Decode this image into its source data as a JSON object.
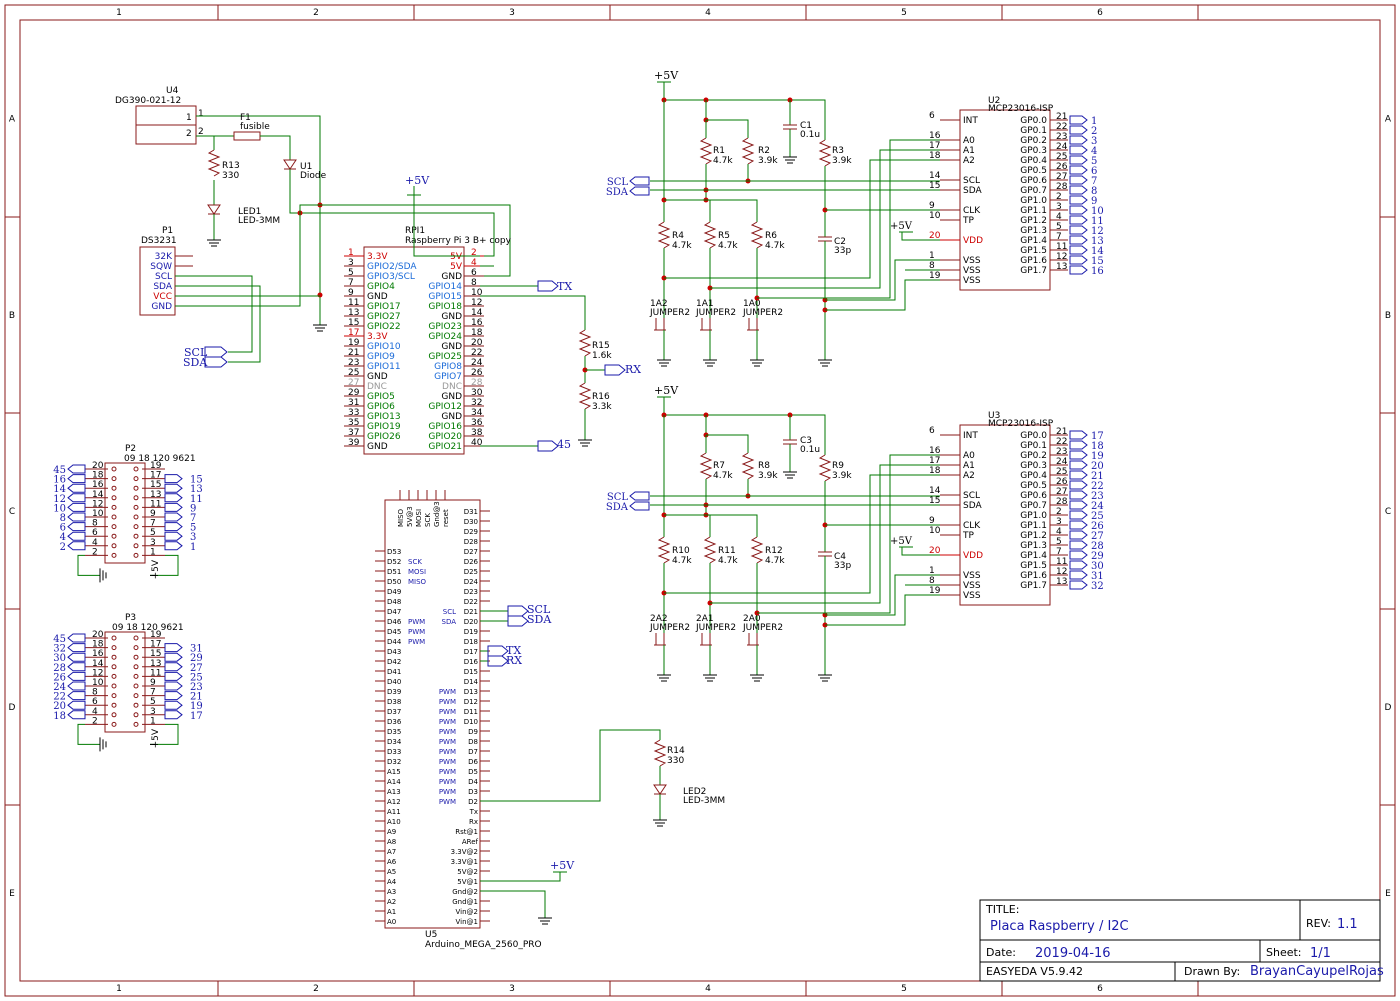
{
  "frame": {
    "cols": [
      "1",
      "2",
      "3",
      "4",
      "5",
      "6"
    ],
    "rows": [
      "A",
      "B",
      "C",
      "D",
      "E"
    ]
  },
  "title_block": {
    "title_label": "TITLE:",
    "title": "Placa Raspberry / I2C",
    "rev_label": "REV:",
    "rev": "1.1",
    "date_label": "Date:",
    "date": "2019-04-16",
    "sheet_label": "Sheet:",
    "sheet": "1/1",
    "tool": "EASYEDA V5.9.42",
    "drawn_label": "Drawn By:",
    "drawn_by": "BrayanCayupelRojas"
  },
  "u4": {
    "ref": "U4",
    "value": "DG390-021-12",
    "pins": [
      "1",
      "2",
      "1",
      "2"
    ]
  },
  "f1": {
    "ref": "F1",
    "value": "fusible"
  },
  "r13": {
    "ref": "R13",
    "value": "330"
  },
  "u1": {
    "ref": "U1",
    "value": "Diode"
  },
  "led1": {
    "ref": "LED1",
    "value": "LED-3MM"
  },
  "p1": {
    "ref": "P1",
    "value": "DS3231",
    "pins": [
      "32K",
      "SQW",
      "SCL",
      "SDA",
      "VCC",
      "GND"
    ]
  },
  "rpi": {
    "ref": "RPI1",
    "value": "Raspberry Pi 3 B+ copy",
    "left": [
      [
        "1",
        "3.3V"
      ],
      [
        "3",
        "GPIO2/SDA"
      ],
      [
        "5",
        "GPIO3/SCL"
      ],
      [
        "7",
        "GPIO4"
      ],
      [
        "9",
        "GND"
      ],
      [
        "11",
        "GPIO17"
      ],
      [
        "13",
        "GPIO27"
      ],
      [
        "15",
        "GPIO22"
      ],
      [
        "17",
        "3.3V"
      ],
      [
        "19",
        "GPIO10"
      ],
      [
        "21",
        "GPIO9"
      ],
      [
        "23",
        "GPIO11"
      ],
      [
        "25",
        "GND"
      ],
      [
        "27",
        "DNC"
      ],
      [
        "29",
        "GPIO5"
      ],
      [
        "31",
        "GPIO6"
      ],
      [
        "33",
        "GPIO13"
      ],
      [
        "35",
        "GPIO19"
      ],
      [
        "37",
        "GPIO26"
      ],
      [
        "39",
        "GND"
      ]
    ],
    "right": [
      [
        "2",
        "5V"
      ],
      [
        "4",
        "5V"
      ],
      [
        "6",
        "GND"
      ],
      [
        "8",
        "GPIO14"
      ],
      [
        "10",
        "GPIO15"
      ],
      [
        "12",
        "GPIO18"
      ],
      [
        "14",
        "GND"
      ],
      [
        "16",
        "GPIO23"
      ],
      [
        "18",
        "GPIO24"
      ],
      [
        "20",
        "GND"
      ],
      [
        "22",
        "GPIO25"
      ],
      [
        "24",
        "GPIO8"
      ],
      [
        "26",
        "GPIO7"
      ],
      [
        "28",
        "DNC"
      ],
      [
        "30",
        "GND"
      ],
      [
        "32",
        "GPIO12"
      ],
      [
        "34",
        "GND"
      ],
      [
        "36",
        "GPIO16"
      ],
      [
        "38",
        "GPIO20"
      ],
      [
        "40",
        "GPIO21"
      ]
    ]
  },
  "p2": {
    "ref": "P2",
    "value": "09 18 120 9621",
    "left": [
      "20",
      "18",
      "16",
      "14",
      "12",
      "10",
      "8",
      "6",
      "4",
      "2"
    ],
    "right": [
      "19",
      "17",
      "15",
      "13",
      "11",
      "9",
      "7",
      "5",
      "3",
      "1"
    ],
    "lflags": [
      "45",
      "16",
      "14",
      "12",
      "10",
      "8",
      "6",
      "4",
      "2"
    ],
    "rflags": [
      "15",
      "13",
      "11",
      "9",
      "7",
      "5",
      "3",
      "1"
    ]
  },
  "p3": {
    "ref": "P3",
    "value": "09 18 120 9621",
    "left": [
      "20",
      "18",
      "16",
      "14",
      "12",
      "10",
      "8",
      "6",
      "4",
      "2"
    ],
    "right": [
      "19",
      "17",
      "15",
      "13",
      "11",
      "9",
      "7",
      "5",
      "3",
      "1"
    ],
    "lflags": [
      "45",
      "32",
      "30",
      "28",
      "26",
      "24",
      "22",
      "20",
      "18"
    ],
    "rflags": [
      "31",
      "29",
      "27",
      "25",
      "23",
      "21",
      "19",
      "17"
    ]
  },
  "u5": {
    "ref": "U5",
    "value": "Arduino_MEGA_2560_PRO",
    "top": [
      "MISO",
      "5V@3",
      "MOSI",
      "SCK",
      "Gnd@3",
      "reset"
    ],
    "left": [
      "D53",
      "D52",
      "D51",
      "D50",
      "D49",
      "D48",
      "D47",
      "D46",
      "D45",
      "D44",
      "D43",
      "D42",
      "D41",
      "D40",
      "D39",
      "D38",
      "D37",
      "D36",
      "D35",
      "D34",
      "D33",
      "D32",
      "A15",
      "A14",
      "A13",
      "A12",
      "A11",
      "A10",
      "A9",
      "A8",
      "A7",
      "A6",
      "A5",
      "A4",
      "A3",
      "A2",
      "A1",
      "A0"
    ],
    "right": [
      "D31",
      "D30",
      "D29",
      "D28",
      "D27",
      "D26",
      "D25",
      "D24",
      "D23",
      "D22",
      "D21",
      "D20",
      "D19",
      "D18",
      "D17",
      "D16",
      "D15",
      "D14",
      "D13",
      "D12",
      "D11",
      "D10",
      "D9",
      "D8",
      "D7",
      "D6",
      "D5",
      "D4",
      "D3",
      "D2",
      "Tx",
      "Rx",
      "Rst@1",
      "ARef",
      "3.3V@2",
      "3.3V@1",
      "5V@2",
      "5V@1",
      "Gnd@2",
      "Gnd@1",
      "Vin@2",
      "Vin@1"
    ],
    "inner_left": [
      [
        "SCK",
        "D52"
      ],
      [
        "MOSI",
        "D51"
      ],
      [
        "MISO",
        "D50"
      ],
      [
        "PWM",
        "D46"
      ],
      [
        "PWM",
        "D45"
      ],
      [
        "PWM",
        "D44"
      ]
    ],
    "inner_right": [
      [
        "SCL",
        "D21"
      ],
      [
        "SDA",
        "D20"
      ],
      [
        "PWM",
        "D13"
      ],
      [
        "PWM",
        "D12"
      ],
      [
        "PWM",
        "D11"
      ],
      [
        "PWM",
        "D10"
      ],
      [
        "PWM",
        "D9"
      ],
      [
        "PWM",
        "D8"
      ],
      [
        "PWM",
        "D7"
      ],
      [
        "PWM",
        "D6"
      ],
      [
        "PWM",
        "D5"
      ],
      [
        "PWM",
        "D4"
      ],
      [
        "PWM",
        "D3"
      ],
      [
        "PWM",
        "D2"
      ]
    ]
  },
  "r14": {
    "ref": "R14",
    "value": "330"
  },
  "led2": {
    "ref": "LED2",
    "value": "LED-3MM"
  },
  "r15": {
    "ref": "R15",
    "value": "1.6k"
  },
  "r16": {
    "ref": "R16",
    "value": "3.3k"
  },
  "u2": {
    "ref": "U2",
    "value": "MCP23016-ISP",
    "left": [
      [
        "6",
        "INT"
      ],
      [
        "16",
        "A0"
      ],
      [
        "17",
        "A1"
      ],
      [
        "18",
        "A2"
      ],
      [
        "14",
        "SCL"
      ],
      [
        "15",
        "SDA"
      ],
      [
        "9",
        "CLK"
      ],
      [
        "10",
        "TP"
      ],
      [
        "20",
        "VDD"
      ],
      [
        "1",
        "VSS"
      ],
      [
        "8",
        "VSS"
      ],
      [
        "19",
        "VSS"
      ]
    ],
    "right": [
      [
        "21",
        "GP0.0"
      ],
      [
        "22",
        "GP0.1"
      ],
      [
        "23",
        "GP0.2"
      ],
      [
        "24",
        "GP0.3"
      ],
      [
        "25",
        "GP0.4"
      ],
      [
        "26",
        "GP0.5"
      ],
      [
        "27",
        "GP0.6"
      ],
      [
        "28",
        "GP0.7"
      ],
      [
        "2",
        "GP1.0"
      ],
      [
        "3",
        "GP1.1"
      ],
      [
        "4",
        "GP1.2"
      ],
      [
        "5",
        "GP1.3"
      ],
      [
        "7",
        "GP1.4"
      ],
      [
        "11",
        "GP1.5"
      ],
      [
        "12",
        "GP1.6"
      ],
      [
        "13",
        "GP1.7"
      ]
    ],
    "flags": [
      "1",
      "2",
      "3",
      "4",
      "5",
      "6",
      "7",
      "8",
      "9",
      "10",
      "11",
      "12",
      "13",
      "14",
      "15",
      "16"
    ]
  },
  "u3": {
    "ref": "U3",
    "value": "MCP23016-ISP",
    "left": [
      [
        "6",
        "INT"
      ],
      [
        "16",
        "A0"
      ],
      [
        "17",
        "A1"
      ],
      [
        "18",
        "A2"
      ],
      [
        "14",
        "SCL"
      ],
      [
        "15",
        "SDA"
      ],
      [
        "9",
        "CLK"
      ],
      [
        "10",
        "TP"
      ],
      [
        "20",
        "VDD"
      ],
      [
        "1",
        "VSS"
      ],
      [
        "8",
        "VSS"
      ],
      [
        "19",
        "VSS"
      ]
    ],
    "right": [
      [
        "21",
        "GP0.0"
      ],
      [
        "22",
        "GP0.1"
      ],
      [
        "23",
        "GP0.2"
      ],
      [
        "24",
        "GP0.3"
      ],
      [
        "25",
        "GP0.4"
      ],
      [
        "26",
        "GP0.5"
      ],
      [
        "27",
        "GP0.6"
      ],
      [
        "28",
        "GP0.7"
      ],
      [
        "2",
        "GP1.0"
      ],
      [
        "3",
        "GP1.1"
      ],
      [
        "4",
        "GP1.2"
      ],
      [
        "5",
        "GP1.3"
      ],
      [
        "7",
        "GP1.4"
      ],
      [
        "11",
        "GP1.5"
      ],
      [
        "12",
        "GP1.6"
      ],
      [
        "13",
        "GP1.7"
      ]
    ],
    "flags": [
      "17",
      "18",
      "19",
      "20",
      "21",
      "22",
      "23",
      "24",
      "25",
      "26",
      "27",
      "28",
      "29",
      "30",
      "31",
      "32"
    ]
  },
  "upper_block": {
    "r": [
      [
        "R1",
        "4.7k"
      ],
      [
        "R2",
        "3.9k"
      ],
      [
        "R3",
        "3.9k"
      ],
      [
        "R4",
        "4.7k"
      ],
      [
        "R5",
        "4.7k"
      ],
      [
        "R6",
        "4.7k"
      ]
    ],
    "c": [
      [
        "C1",
        "0.1u"
      ],
      [
        "C2",
        "33p"
      ]
    ],
    "j": [
      [
        "1A2",
        "JUMPER2"
      ],
      [
        "1A1",
        "JUMPER2"
      ],
      [
        "1A0",
        "JUMPER2"
      ]
    ]
  },
  "lower_block": {
    "r": [
      [
        "R7",
        "4.7k"
      ],
      [
        "R8",
        "3.9k"
      ],
      [
        "R9",
        "3.9k"
      ],
      [
        "R10",
        "4.7k"
      ],
      [
        "R11",
        "4.7k"
      ],
      [
        "R12",
        "4.7k"
      ]
    ],
    "c": [
      [
        "C3",
        "0.1u"
      ],
      [
        "C4",
        "33p"
      ]
    ],
    "j": [
      [
        "2A2",
        "JUMPER2"
      ],
      [
        "2A1",
        "JUMPER2"
      ],
      [
        "2A0",
        "JUMPER2"
      ]
    ]
  },
  "nets": {
    "vcc": "+5V",
    "scl": "SCL",
    "sda": "SDA",
    "tx": "TX",
    "rx": "RX",
    "n45": "45"
  },
  "colors": {
    "wire": "#007a00",
    "body": "#8a1a1a",
    "net": "#1a1aaa",
    "junction": "#cc0000",
    "power_pin": "#cc0000",
    "gpio_blue": "#1a6ad8",
    "gpio_green": "#007a00"
  }
}
